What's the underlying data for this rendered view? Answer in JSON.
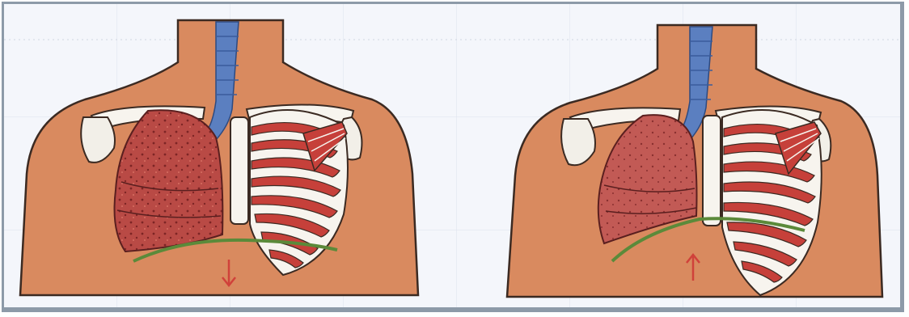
{
  "figure": {
    "panels": [
      {
        "id": "inspiration",
        "arrow": "down",
        "lung_state": "expanded"
      },
      {
        "id": "expiration",
        "arrow": "up",
        "lung_state": "deflated"
      }
    ]
  },
  "colors": {
    "skin": "#d98a5f",
    "skin_outline": "#3b2a22",
    "lung": "#b94a45",
    "lung_dark": "#8e2d2d",
    "trachea": "#5b7fc0",
    "rib_red": "#c6403a",
    "bone": "#f7f4ee",
    "diaphragm": "#5b8a3a",
    "arrow": "#d0413a",
    "grid": "#d6dbe6"
  }
}
